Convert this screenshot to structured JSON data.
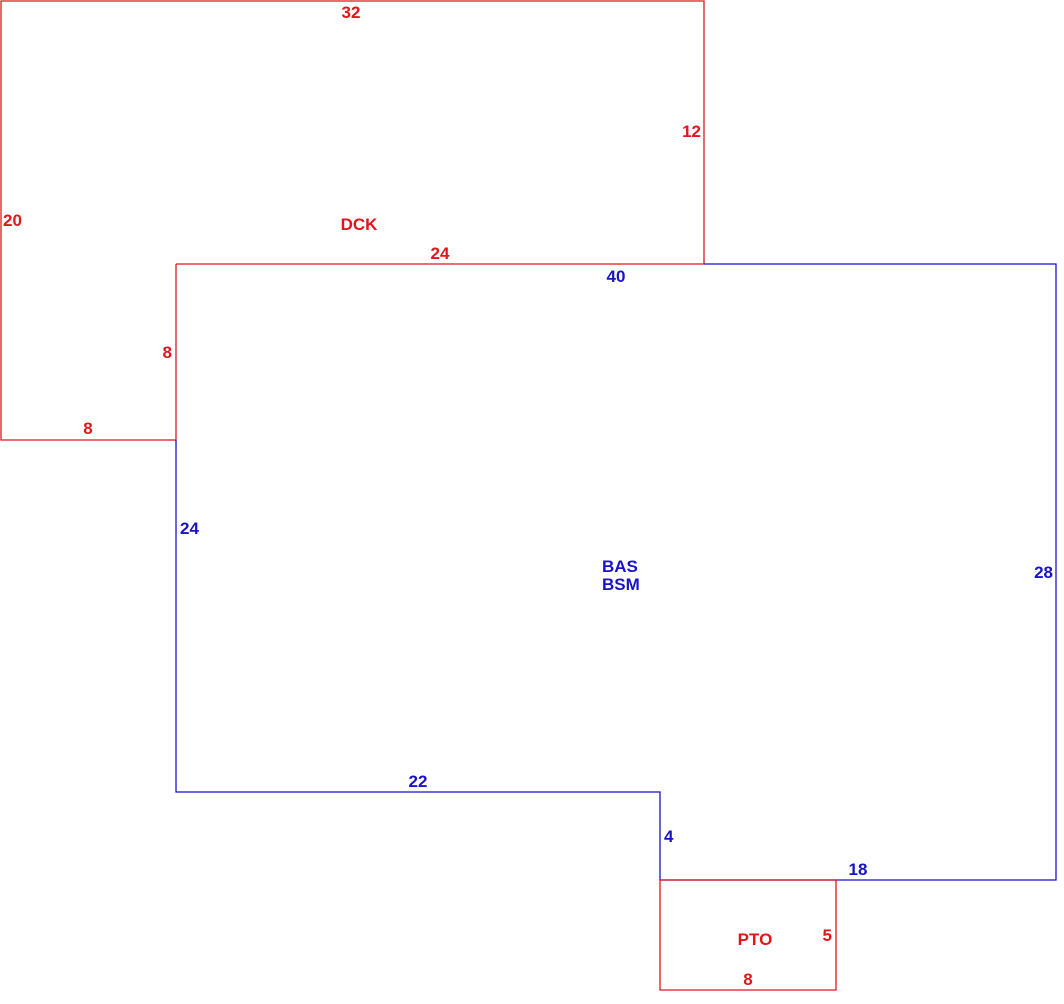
{
  "colors": {
    "deck": "#e0161b",
    "main": "#1a13c6",
    "patio": "#e0161b"
  },
  "areas": {
    "deck": {
      "code": "DCK"
    },
    "main": {
      "code_1": "BAS",
      "code_2": "BSM"
    },
    "patio": {
      "code": "PTO"
    }
  },
  "dimensions": {
    "deck": {
      "top": "32",
      "left": "20",
      "right": "12",
      "inner_top": "24",
      "inner_left": "8",
      "bottom": "8"
    },
    "main": {
      "top": "40",
      "left": "24",
      "right": "28",
      "bottom": "22",
      "step": "4",
      "bottom_right": "18"
    },
    "patio": {
      "right": "5",
      "bottom": "8"
    }
  }
}
